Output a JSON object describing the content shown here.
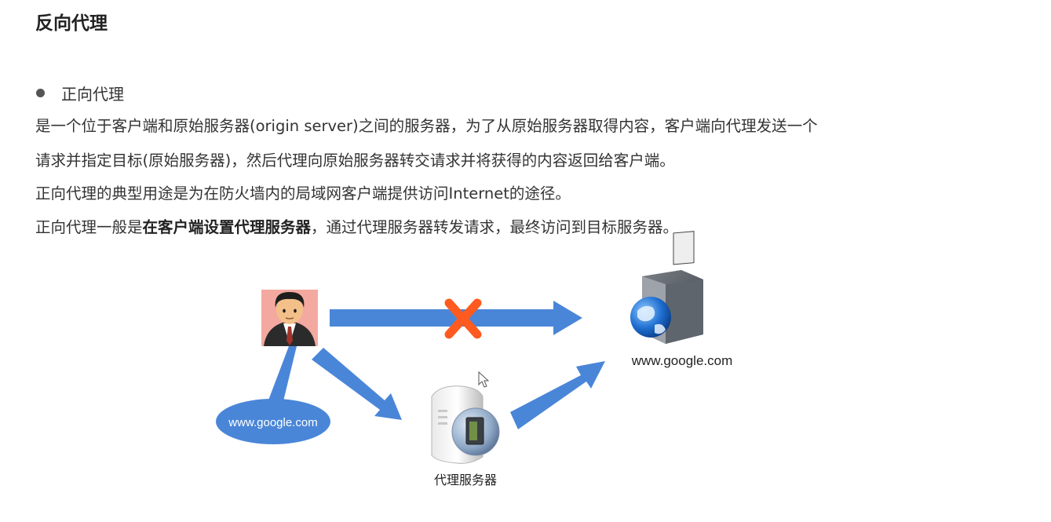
{
  "title": "反向代理",
  "bullet": "正向代理",
  "paragraphs": {
    "p1": "是一个位于客户端和原始服务器(origin server)之间的服务器，为了从原始服务器取得内容，客户端向代理发送一个",
    "p2": "请求并指定目标(原始服务器)，然后代理向原始服务器转交请求并将获得的内容返回给客户端。",
    "p3": "正向代理的典型用途是为在防火墙内的局域网客户端提供访问Internet的途径。",
    "p4_before": "正向代理一般是",
    "p4_bold": "在客户端设置代理服务器",
    "p4_after": "，通过代理服务器转发请求，最终访问到目标服务器。"
  },
  "diagram": {
    "target_label": "www.google.com",
    "bubble_label": "www.google.com",
    "proxy_label": "代理服务器",
    "colors": {
      "arrow": "#4a86d8",
      "blocked": "#ff5a1f",
      "bubble": "#4a86d8",
      "user_bg": "#f4a9a0"
    },
    "icons": [
      "user-icon",
      "blocked-x-icon",
      "web-server-icon",
      "proxy-server-icon",
      "mouse-cursor-icon"
    ]
  }
}
